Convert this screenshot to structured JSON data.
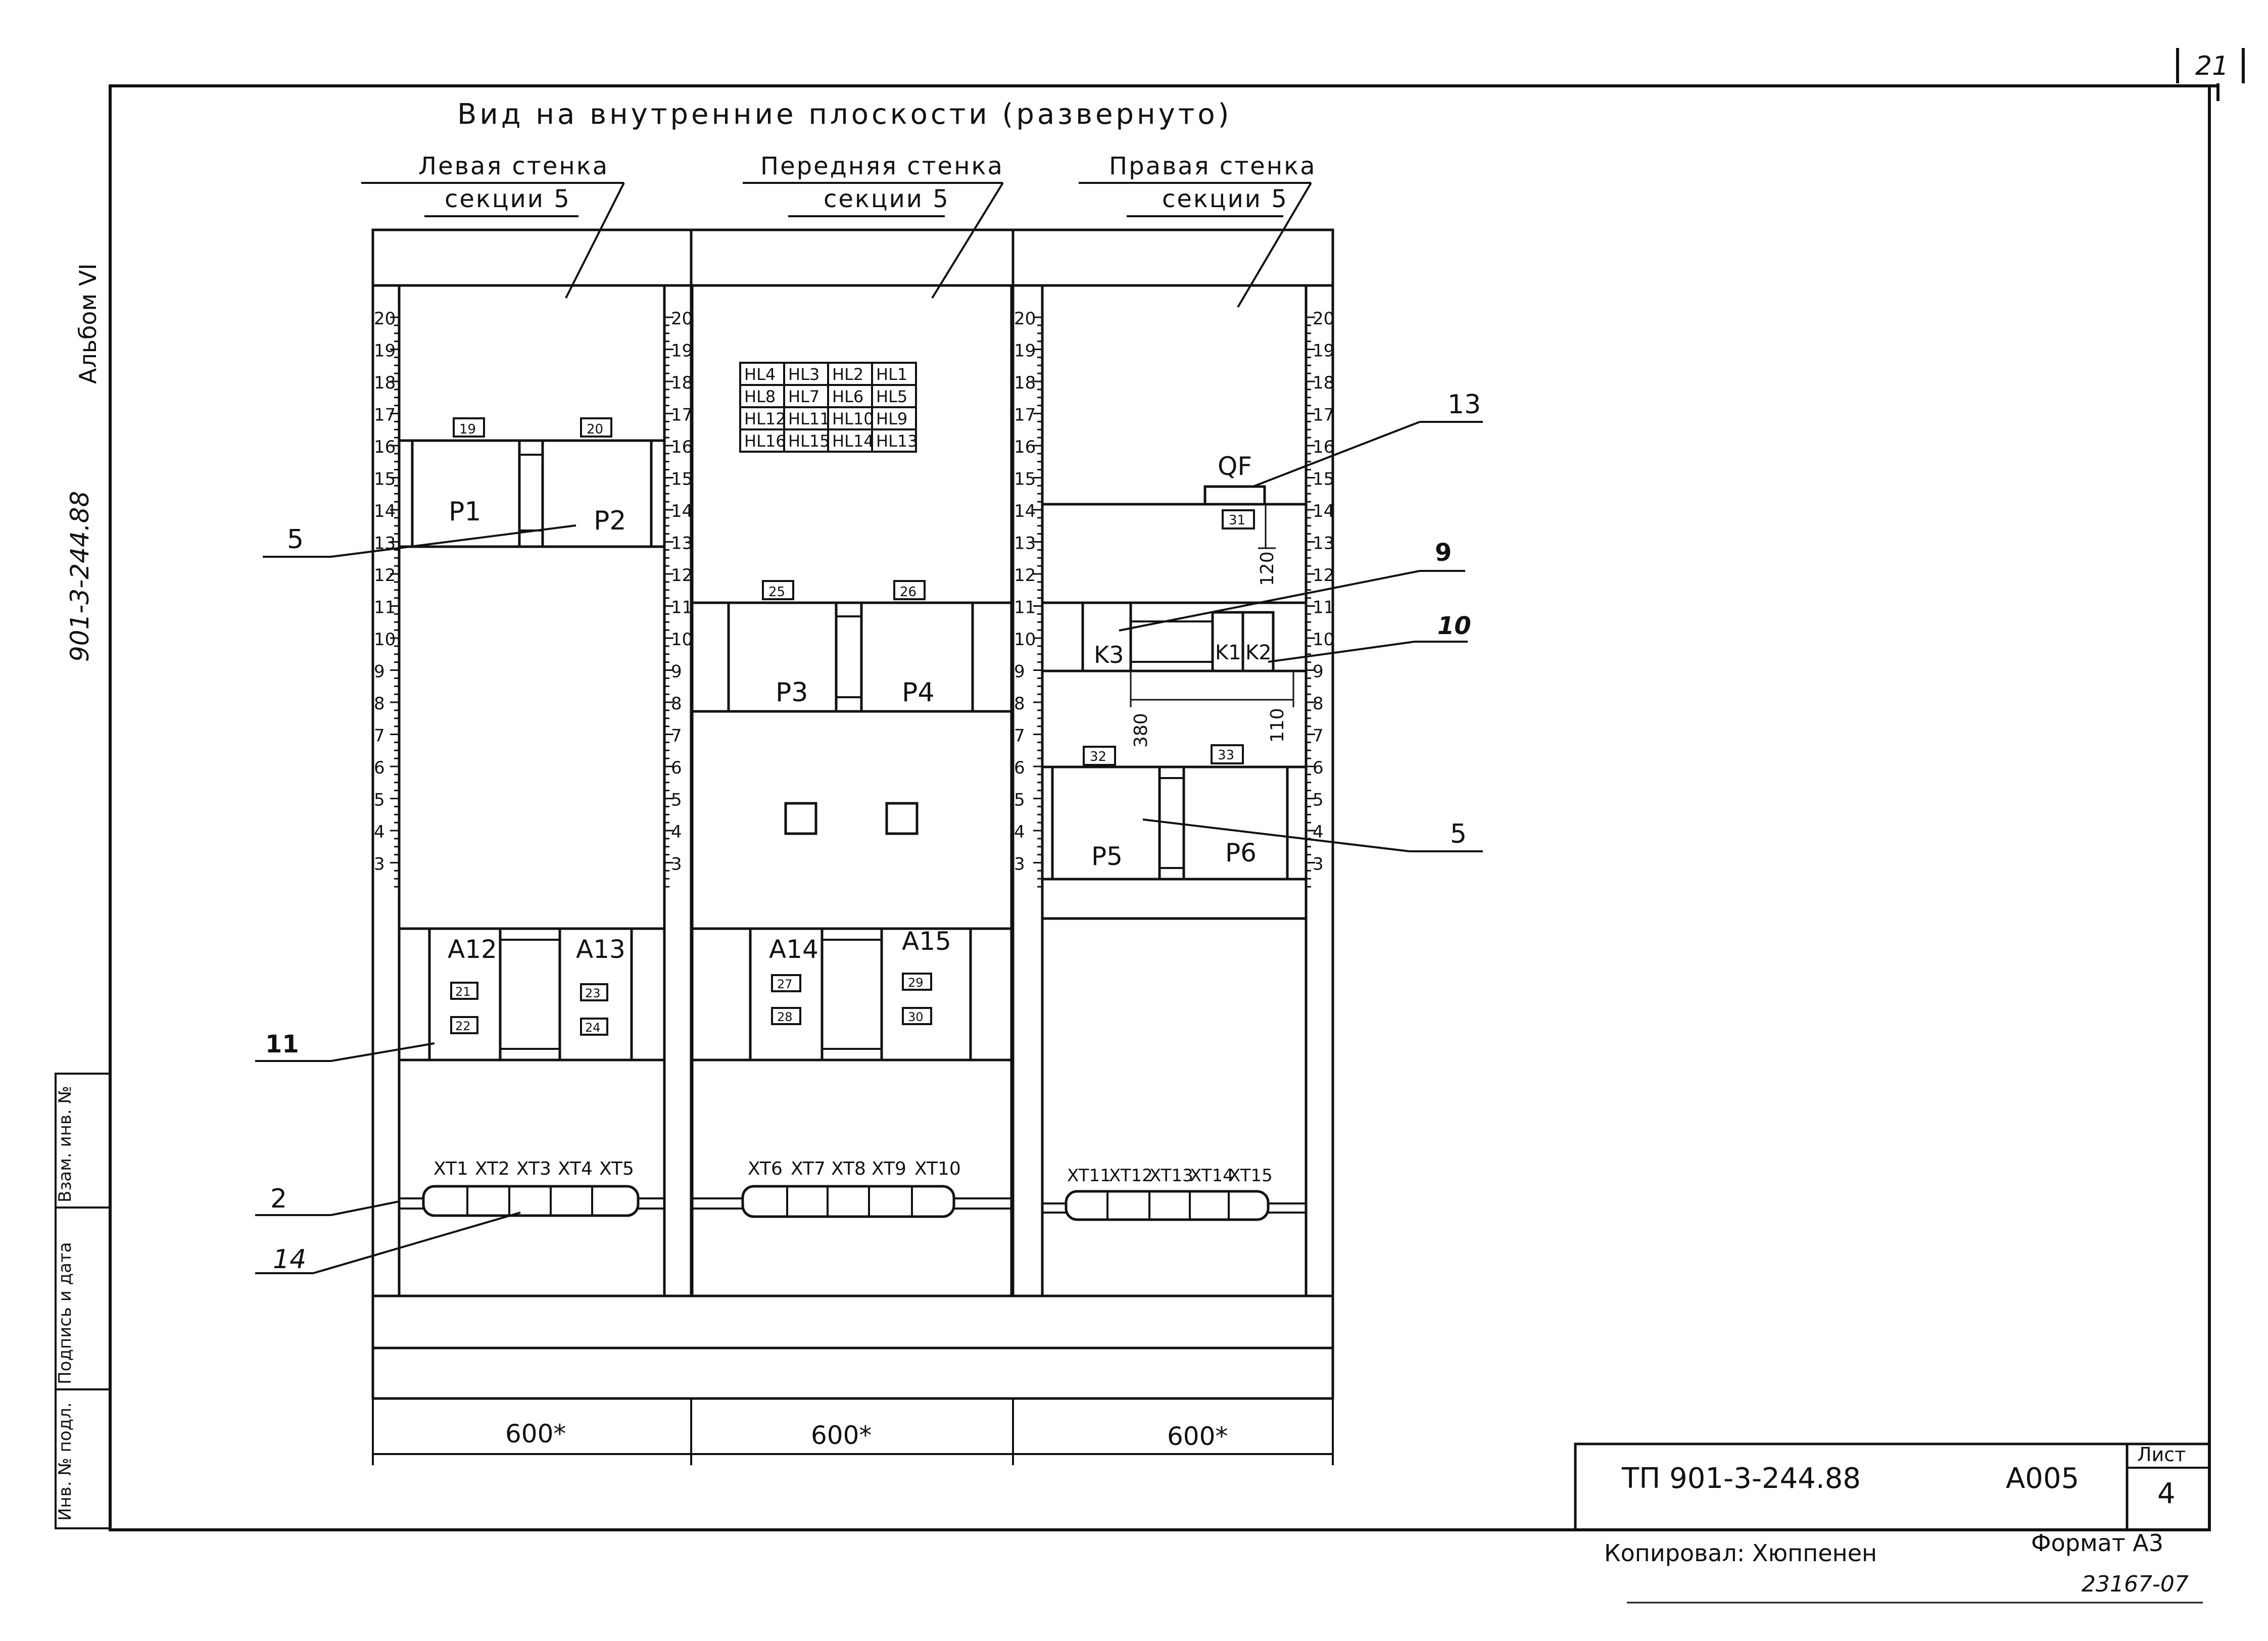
{
  "page_number": "21",
  "title": "Вид на внутренние плоскости (развернуто)",
  "side_stamp": {
    "album": "Альбом VI",
    "code": "901-3-244.88"
  },
  "side_table": [
    "Инв. № подл.",
    "Подпись и дата",
    "Взам. инв. №"
  ],
  "sections": [
    {
      "label_line1": "Левая стенка",
      "label_line2": "секции 5",
      "dimension": "600*"
    },
    {
      "label_line1": "Передняя стенка",
      "label_line2": "секции 5",
      "dimension": "600*"
    },
    {
      "label_line1": "Правая стенка",
      "label_line2": "секции 5",
      "dimension": "600*"
    }
  ],
  "scale_numbers": [
    "20",
    "19",
    "18",
    "17",
    "16",
    "15",
    "14",
    "13",
    "12",
    "11",
    "10",
    "9",
    "8",
    "7",
    "6",
    "5",
    "4",
    "3"
  ],
  "left_wall": {
    "tags_top": [
      "19",
      "20"
    ],
    "relays": [
      "P1",
      "P2"
    ],
    "modules": [
      "A12",
      "A13"
    ],
    "module_tags_a": [
      "21",
      "22"
    ],
    "module_tags_b": [
      "23",
      "24"
    ],
    "terminals": [
      "XT1",
      "XT2",
      "XT3",
      "XT4",
      "XT5"
    ]
  },
  "front_wall": {
    "lamp_grid": [
      [
        "HL4",
        "HL3",
        "HL2",
        "HL1"
      ],
      [
        "HL8",
        "HL7",
        "HL6",
        "HL5"
      ],
      [
        "HL12",
        "HL11",
        "HL10",
        "HL9"
      ],
      [
        "HL16",
        "HL15",
        "HL14",
        "HL13"
      ]
    ],
    "tags_mid": [
      "25",
      "26"
    ],
    "relays": [
      "P3",
      "P4"
    ],
    "modules": [
      "A14",
      "A15"
    ],
    "module_tags_a": [
      "27",
      "28"
    ],
    "module_tags_b": [
      "29",
      "30"
    ],
    "terminals": [
      "XT6",
      "XT7",
      "XT8",
      "XT9",
      "XT10"
    ]
  },
  "right_wall": {
    "breaker": "QF",
    "breaker_tag": "31",
    "contactors": [
      "K3",
      "K1",
      "K2"
    ],
    "tags_mid": [
      "32",
      "33"
    ],
    "relays": [
      "P5",
      "P6"
    ],
    "dims": [
      "120",
      "380",
      "110"
    ],
    "terminals": [
      "XT11",
      "XT12",
      "XT13",
      "XT14",
      "XT15"
    ]
  },
  "callouts": [
    "5",
    "11",
    "2",
    "14",
    "13",
    "9",
    "10",
    "5"
  ],
  "title_block": {
    "designation": "ТП 901-3-244.88",
    "code": "А005",
    "sheet_label": "Лист",
    "sheet_number": "4",
    "copied_by": "Копировал: Хюппенен",
    "format": "Формат А3",
    "order_number": "23167-07"
  }
}
